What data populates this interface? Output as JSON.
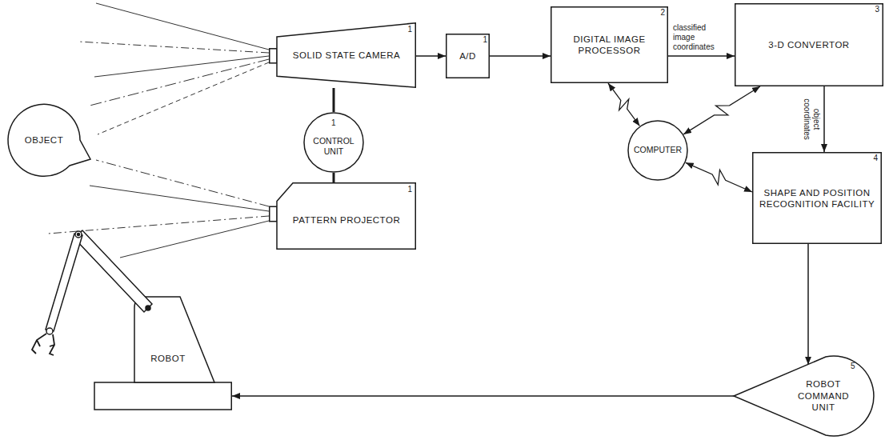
{
  "diagram": {
    "nodes": [
      {
        "text": [
          "OBJECT"
        ]
      },
      {
        "text": [
          "SOLID STATE CAMERA",
          "1"
        ]
      },
      {
        "text": [
          "A/D",
          "1"
        ]
      },
      {
        "text": [
          "DIGITAL IMAGE PROCESSOR",
          "2"
        ]
      },
      {
        "text": [
          "3-D CONVERTOR",
          "3"
        ]
      },
      {
        "text": [
          "CONTROL UNIT",
          "1"
        ]
      },
      {
        "text": [
          "COMPUTER"
        ]
      },
      {
        "text": [
          "PATTERN PROJECTOR",
          "1"
        ]
      },
      {
        "text": [
          "SHAPE AND POSITION RECOGNITION FACILITY",
          "4"
        ]
      },
      {
        "text": [
          "ROBOT"
        ]
      },
      {
        "text": [
          "ROBOT COMMAND UNIT",
          "5"
        ]
      }
    ],
    "edges": [
      {
        "from": 1,
        "to": 2,
        "arrow": "to"
      },
      {
        "from": 2,
        "to": 3,
        "arrow": "to"
      },
      {
        "from": 3,
        "to": 4,
        "label": "classified image coordinates",
        "arrow": "to"
      },
      {
        "from": 4,
        "to": 8,
        "label": "object coordinates",
        "arrow": "to"
      },
      {
        "from": 3,
        "to": 6,
        "arrow": "both"
      },
      {
        "from": 4,
        "to": 6,
        "arrow": "both"
      },
      {
        "from": 8,
        "to": 6,
        "arrow": "both"
      },
      {
        "from": 1,
        "to": 5,
        "arrow": "none"
      },
      {
        "from": 5,
        "to": 7,
        "arrow": "none"
      },
      {
        "from": 8,
        "to": 10,
        "arrow": "to"
      },
      {
        "from": 10,
        "to": 9,
        "arrow": "to"
      }
    ]
  }
}
